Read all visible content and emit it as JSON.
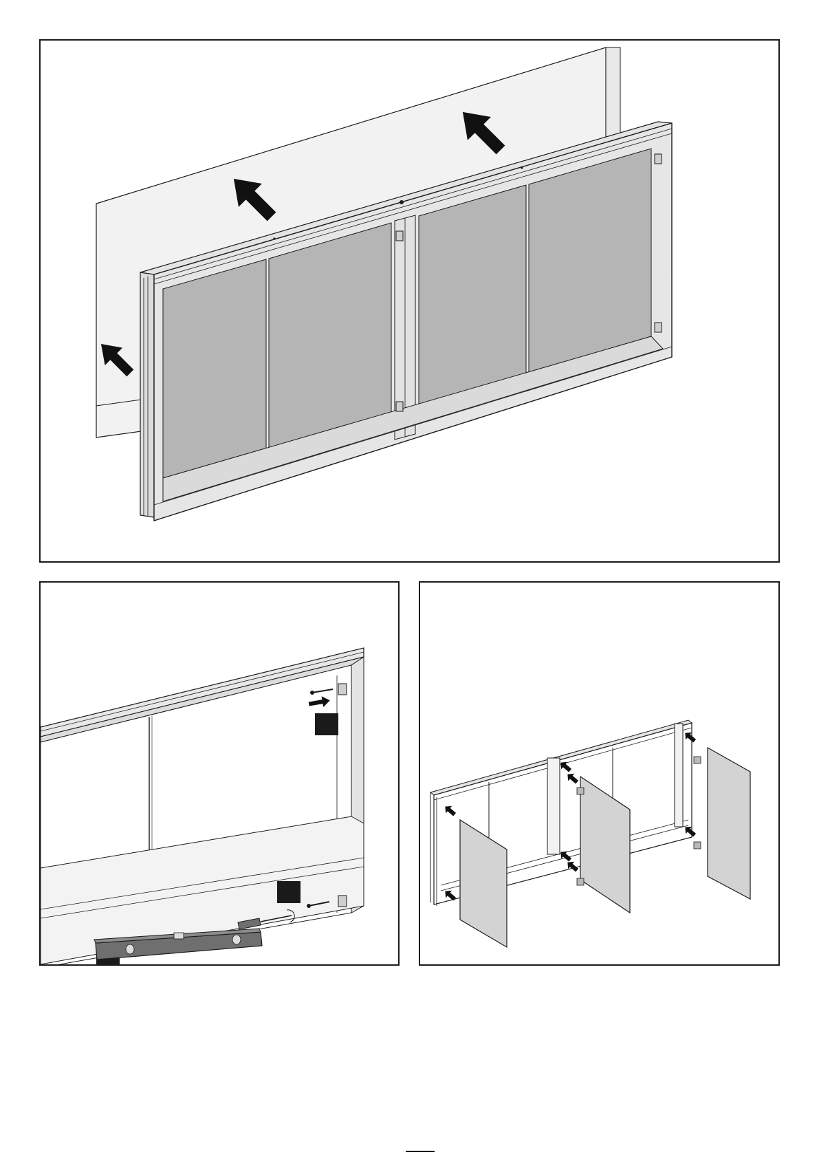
{
  "document": {
    "panels": [
      {
        "id": "mount-cabinet-to-wall",
        "arrows": 3
      },
      {
        "id": "level-and-screw",
        "step_markers": 3
      },
      {
        "id": "attach-doors",
        "doors": 3,
        "hinge_arrows": 8
      }
    ]
  },
  "colors": {
    "outline": "#1a1a1a",
    "wall": "#f2f2f2",
    "frame_face": "#e6e6e6",
    "back_panel": "#b5b5b5",
    "door": "#d3d3d3",
    "arrow": "#111111",
    "marker": "#1a1a1a",
    "level": "#6f6f6f"
  },
  "icons": [
    "arrow-icon",
    "screw-icon",
    "screwdriver-icon",
    "spirit-level-icon",
    "hinge-icon",
    "step-marker-icon"
  ]
}
